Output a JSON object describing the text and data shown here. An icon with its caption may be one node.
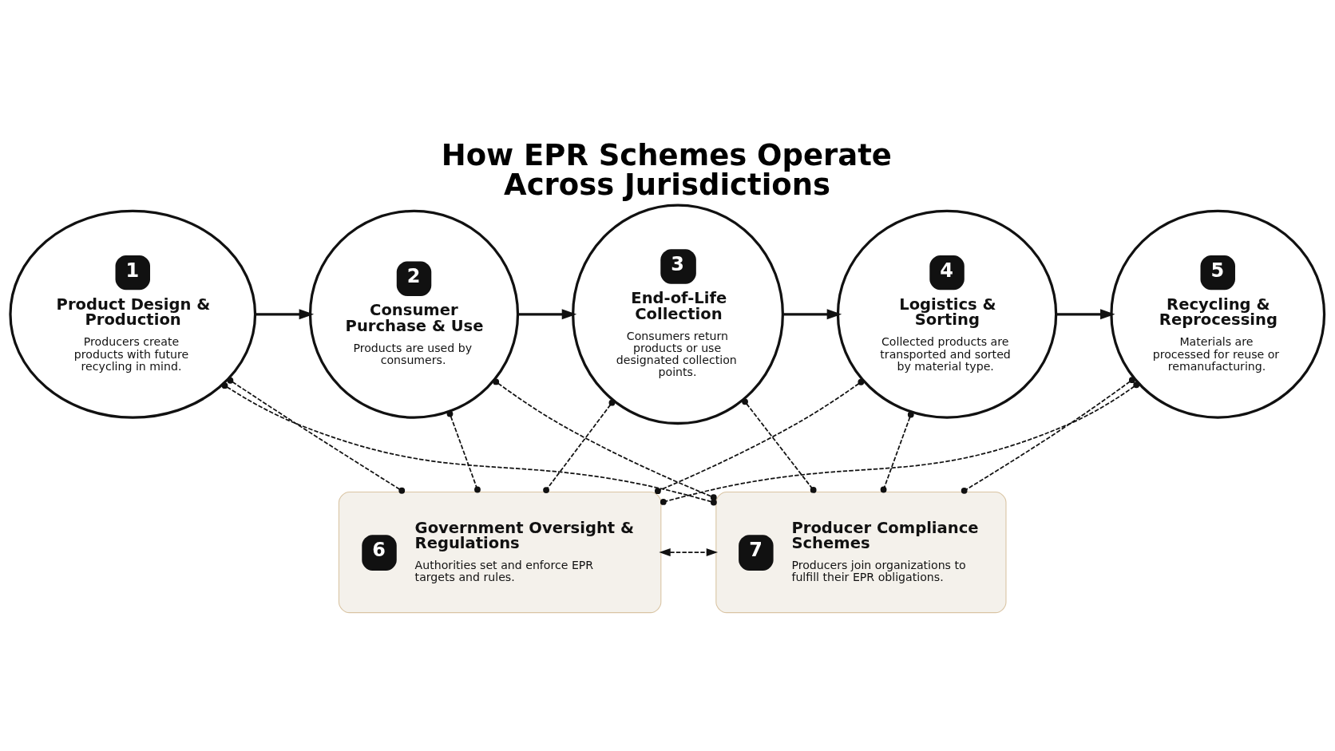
{
  "diagram": {
    "title": "How EPR Schemes Operate Across Jurisdictions",
    "nodes": [
      {
        "text": [
          "1",
          "Product Design & Production",
          "Producers create products with future recycling in mind."
        ]
      },
      {
        "text": [
          "2",
          "Consumer Purchase & Use",
          "Products are used by consumers."
        ]
      },
      {
        "text": [
          "3",
          "End-of-Life Collection",
          "Consumers return products or use designated collection points."
        ]
      },
      {
        "text": [
          "4",
          "Logistics & Sorting",
          "Collected products are transported and sorted by material type."
        ]
      },
      {
        "text": [
          "5",
          "Recycling & Reprocessing",
          "Materials are processed for reuse or remanufacturing."
        ]
      },
      {
        "text": [
          "6",
          "Government Oversight & Regulations",
          "Authorities set and enforce EPR targets and rules."
        ]
      },
      {
        "text": [
          "7",
          "Producer Compliance Schemes",
          "Producers join organizations to fulfill their EPR obligations."
        ]
      }
    ],
    "edges": [
      {
        "from": 0,
        "to": 1,
        "arrow": "to"
      },
      {
        "from": 1,
        "to": 2,
        "arrow": "to"
      },
      {
        "from": 2,
        "to": 3,
        "arrow": "to"
      },
      {
        "from": 3,
        "to": 4,
        "arrow": "to"
      },
      {
        "from": 0,
        "to": 5,
        "arrow": "other",
        "style": "dashed"
      },
      {
        "from": 0,
        "to": 6,
        "arrow": "other",
        "style": "dashed"
      },
      {
        "from": 1,
        "to": 5,
        "arrow": "other",
        "style": "dashed"
      },
      {
        "from": 1,
        "to": 6,
        "arrow": "other",
        "style": "dashed"
      },
      {
        "from": 2,
        "to": 5,
        "arrow": "other",
        "style": "dashed"
      },
      {
        "from": 2,
        "to": 6,
        "arrow": "other",
        "style": "dashed"
      },
      {
        "from": 3,
        "to": 5,
        "arrow": "other",
        "style": "dashed"
      },
      {
        "from": 3,
        "to": 6,
        "arrow": "other",
        "style": "dashed"
      },
      {
        "from": 4,
        "to": 5,
        "arrow": "other",
        "style": "dashed"
      },
      {
        "from": 4,
        "to": 6,
        "arrow": "other",
        "style": "dashed"
      },
      {
        "from": 5,
        "to": 6,
        "arrow": "both",
        "style": "dashed"
      }
    ]
  }
}
